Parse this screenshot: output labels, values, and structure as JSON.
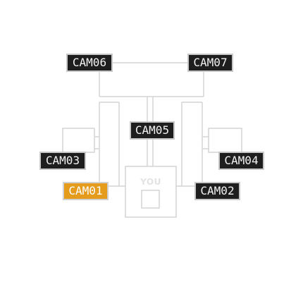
{
  "map": {
    "you_label": "YOU",
    "cameras": {
      "cam01": "CAM01",
      "cam02": "CAM02",
      "cam03": "CAM03",
      "cam04": "CAM04",
      "cam05": "CAM05",
      "cam06": "CAM06",
      "cam07": "CAM07"
    },
    "active_camera": "CAM01",
    "colors": {
      "active": "#e59b1c",
      "inactive": "#1e1e1e",
      "label_text": "#f2f2f2",
      "walls": "#d4d4d4"
    }
  }
}
